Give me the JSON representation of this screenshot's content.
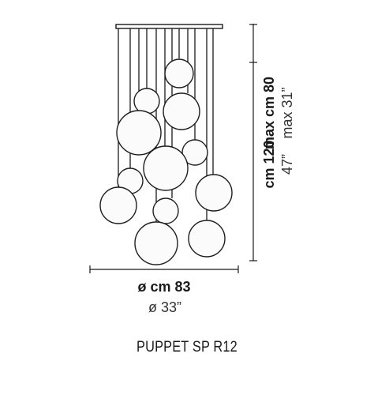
{
  "product": {
    "model_name": "PUPPET SP R12"
  },
  "dimensions": {
    "diameter_metric": "ø cm 83",
    "diameter_imperial": "ø 33”",
    "height_metric": "cm 120",
    "height_imperial": "47”",
    "cable_metric": "max cm 80",
    "cable_imperial": "max 31”"
  },
  "globe_count": 12,
  "colors": {
    "line": "#1a1a1a",
    "globe_fill": "#fbfbfb",
    "globe_stroke": "#1e1e1e"
  }
}
